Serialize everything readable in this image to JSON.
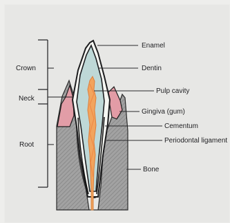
{
  "diagram": {
    "side_labels": {
      "crown": "Crown",
      "neck": "Neck",
      "root": "Root"
    },
    "callouts": {
      "enamel": "Enamel",
      "dentin": "Dentin",
      "pulp_cavity": "Pulp cavity",
      "gingiva": "Gingiva (gum)",
      "cementum": "Cementum",
      "periodontal_ligament": "Periodontal ligament",
      "bone": "Bone"
    },
    "colors": {
      "enamel": "#f6f6f1",
      "dentin": "#bfd9d8",
      "pulp": "#f0a45a",
      "gingiva": "#e49aa5",
      "bone": "#9a9a9a",
      "ink": "#1b1b1e"
    }
  }
}
